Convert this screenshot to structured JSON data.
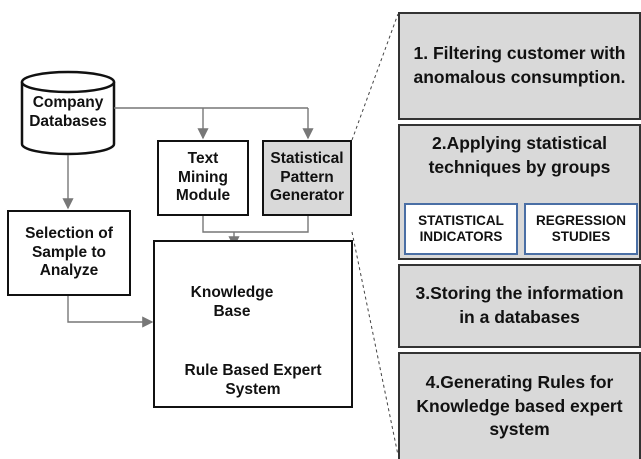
{
  "flow": {
    "company_db": "Company\nDatabases",
    "text_mining": "Text\nMining\nModule",
    "stat_gen": "Statistical\nPattern\nGenerator",
    "sample": "Selection of\nSample to\nAnalyze",
    "knowledge_base": "Knowledge\nBase",
    "expert_system": "Rule Based Expert\nSystem"
  },
  "steps": {
    "s1": "1. Filtering customer with\nanomalous consumption.",
    "s2": "2.Applying statistical\ntechniques by groups",
    "s2_a": "STATISTICAL\nINDICATORS",
    "s2_b": "REGRESSION\nSTUDIES",
    "s3": "3.Storing the information\nin a databases",
    "s4": "4.Generating Rules for\nKnowledge based expert\nsystem"
  }
}
